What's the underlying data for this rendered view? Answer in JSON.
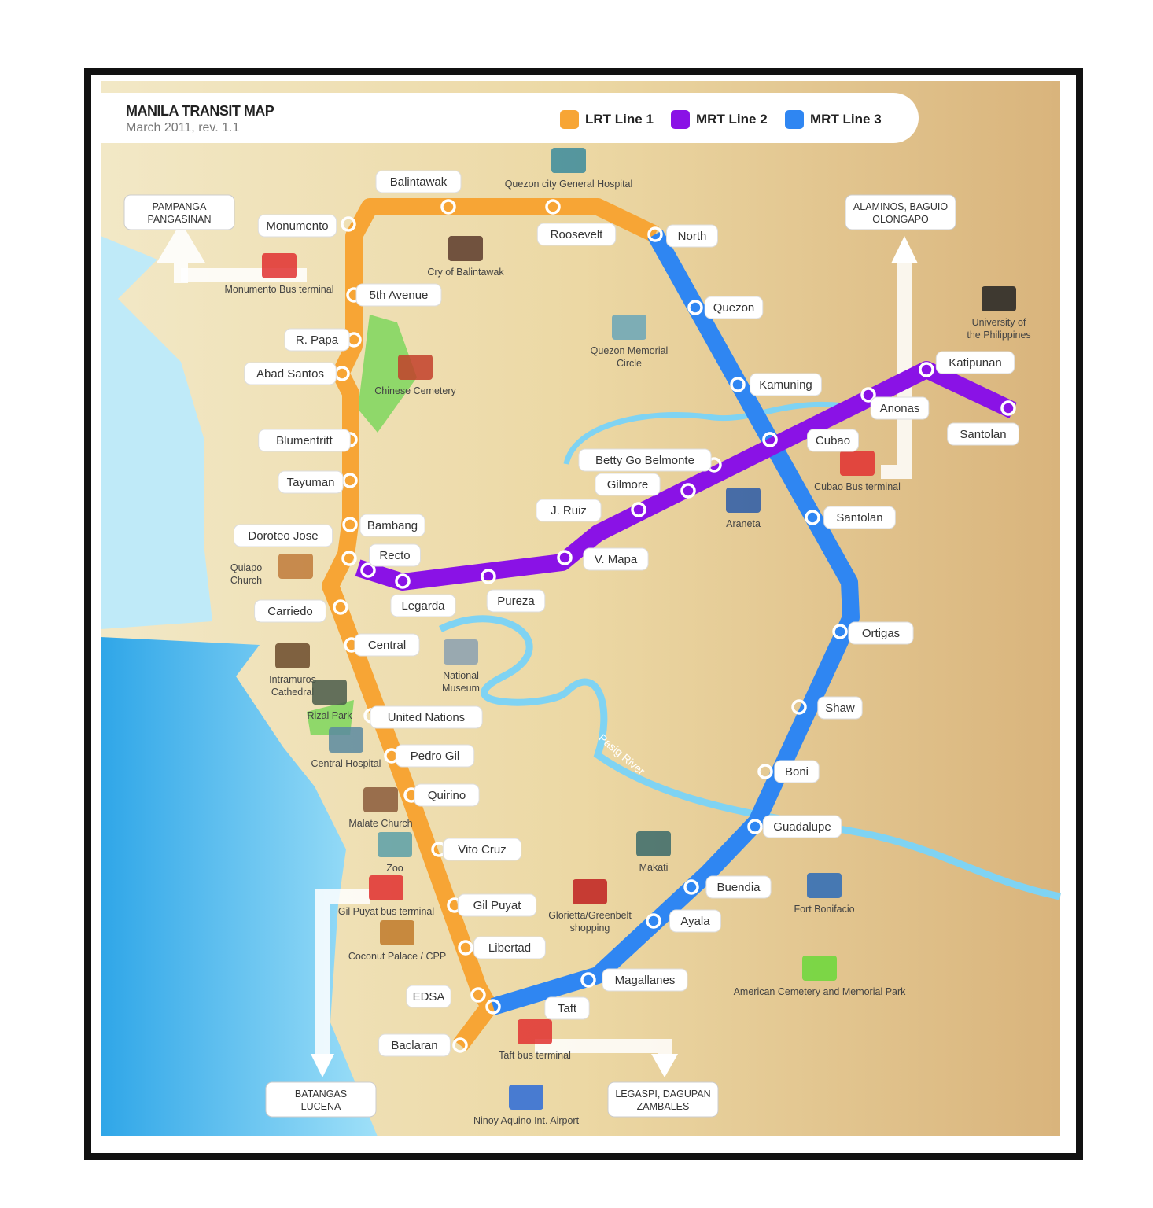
{
  "title": "MANILA TRANSIT MAP",
  "subtitle": "March 2011, rev. 1.1",
  "legend": [
    {
      "label": "LRT Line 1",
      "color": "#f7a535"
    },
    {
      "label": "MRT Line 2",
      "color": "#8a12e6"
    },
    {
      "label": "MRT Line 3",
      "color": "#2f86f2"
    }
  ],
  "lines": {
    "lrt1": {
      "color": "#f7a535",
      "stations": [
        "Baclaran",
        "EDSA",
        "Libertad",
        "Gil Puyat",
        "Vito Cruz",
        "Quirino",
        "Pedro Gil",
        "United Nations",
        "Central",
        "Carriedo",
        "Doroteo Jose",
        "Bambang",
        "Tayuman",
        "Blumentritt",
        "Abad Santos",
        "R. Papa",
        "5th Avenue",
        "Monumento",
        "Balintawak",
        "Roosevelt"
      ]
    },
    "mrt2": {
      "color": "#8a12e6",
      "stations": [
        "Recto",
        "Legarda",
        "Pureza",
        "V. Mapa",
        "J. Ruiz",
        "Gilmore",
        "Betty Go Belmonte",
        "Cubao",
        "Anonas",
        "Katipunan",
        "Santolan"
      ]
    },
    "mrt3": {
      "color": "#2f86f2",
      "stations": [
        "North",
        "Quezon",
        "Kamuning",
        "Cubao",
        "Santolan",
        "Ortigas",
        "Shaw",
        "Boni",
        "Guadalupe",
        "Buendia",
        "Ayala",
        "Magallanes",
        "Taft"
      ]
    }
  },
  "landmarks": [
    "Quezon city General Hospital",
    "Cry of Balintawak",
    "Quezon Memorial Circle",
    "Chinese Cemetery",
    "University of the Philippines",
    "Monumento Bus terminal",
    "Cubao Bus terminal",
    "Araneta",
    "Quiapo Church",
    "Intramuros Cathedral",
    "National Museum",
    "Rizal Park",
    "Central Hospital",
    "Malate Church",
    "Zoo",
    "Gil Puyat bus terminal",
    "Coconut Palace / CPP",
    "Makati",
    "Glorietta/Greenbelt shopping",
    "Fort Bonifacio",
    "American Cemetery and Memorial Park",
    "Taft bus terminal",
    "Ninoy Aquino Int. Airport",
    "Pasig River"
  ],
  "destinations": [
    "PAMPANGA PANGASINAN",
    "ALAMINOS, BAGUIO OLONGAPO",
    "BATANGAS LUCENA",
    "LEGASPI, DAGUPAN ZAMBALES"
  ]
}
